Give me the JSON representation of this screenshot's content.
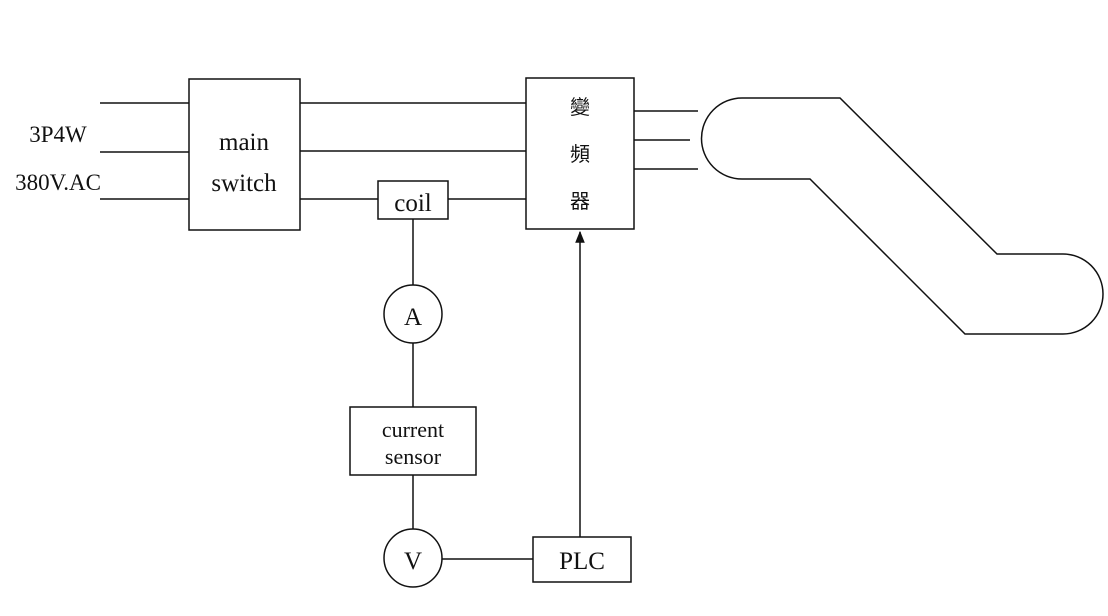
{
  "supply": {
    "phase_label": "3P4W",
    "voltage_label": "380V.AC"
  },
  "blocks": {
    "main_switch": [
      "main",
      "switch"
    ],
    "coil": "coil",
    "inverter": [
      "變",
      "頻",
      "器"
    ],
    "current_sensor": [
      "current",
      "sensor"
    ],
    "plc": "PLC"
  },
  "meters": {
    "ammeter": "A",
    "voltmeter": "V"
  }
}
